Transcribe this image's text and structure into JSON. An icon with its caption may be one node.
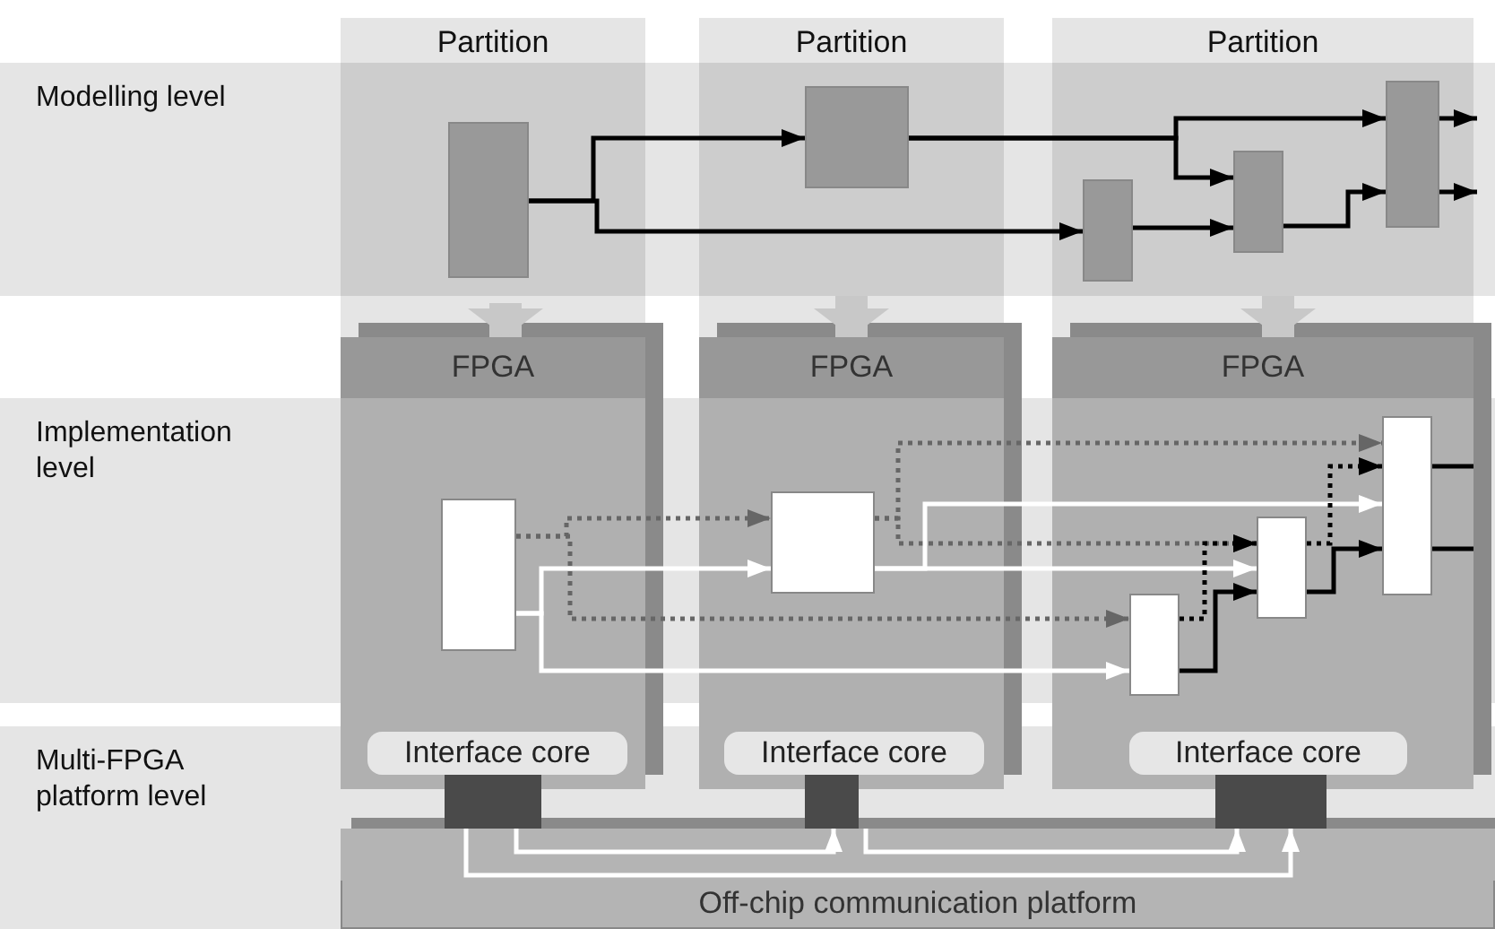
{
  "diagram": {
    "nodes": [
      {
        "text": [
          "Partition"
        ]
      },
      {
        "text": [
          "Partition"
        ]
      },
      {
        "text": [
          "Partition"
        ]
      },
      {
        "text": [
          "Modelling level"
        ]
      },
      {
        "text": [
          "Implementation level"
        ]
      },
      {
        "text": [
          "Multi-FPGA platform level"
        ]
      },
      {
        "text": [
          "FPGA"
        ]
      },
      {
        "text": [
          "FPGA"
        ]
      },
      {
        "text": [
          "FPGA"
        ]
      },
      {
        "text": [
          "Interface core"
        ],
        "in": 6
      },
      {
        "text": [
          "Interface core"
        ],
        "in": 7
      },
      {
        "text": [
          "Interface core"
        ],
        "in": 8
      },
      {
        "text": [
          "Off-chip communication platform"
        ]
      },
      {
        "text": [],
        "shape": "box"
      },
      {
        "text": [],
        "shape": "box"
      },
      {
        "text": [],
        "shape": "box"
      },
      {
        "text": [],
        "shape": "box"
      },
      {
        "text": [],
        "shape": "box"
      },
      {
        "text": [],
        "shape": "box",
        "in": 6
      },
      {
        "text": [],
        "shape": "box",
        "in": 7
      },
      {
        "text": [],
        "shape": "box",
        "in": 8
      },
      {
        "text": [],
        "shape": "box",
        "in": 8
      },
      {
        "text": [],
        "shape": "box",
        "in": 8
      },
      {
        "text": [],
        "shape": "box"
      },
      {
        "text": [],
        "shape": "box"
      },
      {
        "text": [],
        "shape": "box"
      }
    ],
    "edges": [
      {
        "from": 13,
        "to": 14,
        "arrow": "to"
      },
      {
        "from": 13,
        "to": 15,
        "arrow": "to"
      },
      {
        "from": 14,
        "to": 17,
        "arrow": "to"
      },
      {
        "from": 14,
        "to": 16,
        "arrow": "to"
      },
      {
        "from": 15,
        "to": 16,
        "arrow": "to"
      },
      {
        "from": 16,
        "to": 17,
        "arrow": "to"
      },
      {
        "from": 17,
        "to": null,
        "arrow": "to"
      },
      {
        "from": 17,
        "to": null,
        "arrow": "to"
      },
      {
        "from": null,
        "to": 6,
        "arrow": "to",
        "style": "thick",
        "color": "#c8c8c8"
      },
      {
        "from": null,
        "to": 7,
        "arrow": "to",
        "style": "thick",
        "color": "#c8c8c8"
      },
      {
        "from": null,
        "to": 8,
        "arrow": "to",
        "style": "thick",
        "color": "#c8c8c8"
      },
      {
        "from": 18,
        "to": 19,
        "arrow": "to",
        "style": "dashed",
        "color": "#666666"
      },
      {
        "from": 18,
        "to": 20,
        "arrow": "to",
        "style": "dashed",
        "color": "#666666"
      },
      {
        "from": 18,
        "to": 19,
        "arrow": "to",
        "color": "#ffffff"
      },
      {
        "from": 18,
        "to": 20,
        "arrow": "to",
        "color": "#ffffff"
      },
      {
        "from": 19,
        "to": 22,
        "arrow": "to",
        "style": "dashed",
        "color": "#666666"
      },
      {
        "from": 19,
        "to": 21,
        "arrow": "to",
        "style": "dashed",
        "color": "#666666"
      },
      {
        "from": 19,
        "to": 22,
        "arrow": "to",
        "color": "#ffffff"
      },
      {
        "from": 19,
        "to": 21,
        "arrow": "to",
        "color": "#ffffff"
      },
      {
        "from": 20,
        "to": 21,
        "arrow": "to",
        "style": "dashed"
      },
      {
        "from": 20,
        "to": 21,
        "arrow": "to"
      },
      {
        "from": 21,
        "to": 22,
        "arrow": "to",
        "style": "dashed"
      },
      {
        "from": 21,
        "to": 22,
        "arrow": "to"
      },
      {
        "from": 22,
        "to": 8,
        "arrow": "none"
      },
      {
        "from": 22,
        "to": 8,
        "arrow": "none"
      },
      {
        "from": 23,
        "to": 24,
        "arrow": "to",
        "color": "#ffffff"
      },
      {
        "from": 23,
        "to": 25,
        "arrow": "to",
        "color": "#ffffff"
      },
      {
        "from": 24,
        "to": 25,
        "arrow": "to",
        "color": "#ffffff"
      }
    ]
  }
}
